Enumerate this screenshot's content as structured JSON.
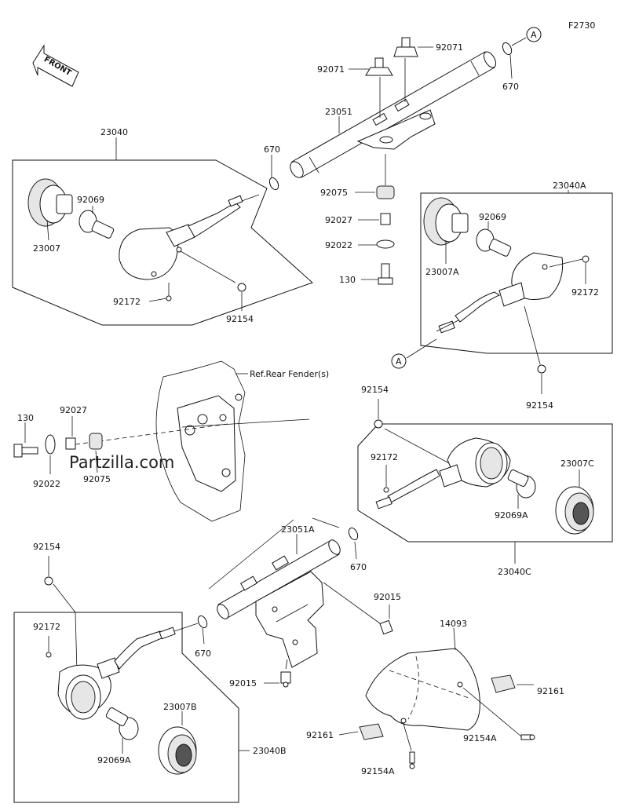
{
  "figure_code": "F2730",
  "front_label": "FRONT",
  "watermark": "Partzilla.com",
  "ref_label": "Ref.Rear Fender(s)",
  "circle_ref": "A",
  "parts": {
    "p23040": "23040",
    "p23040A": "23040A",
    "p23040B": "23040B",
    "p23040C": "23040C",
    "p23007": "23007",
    "p23007A": "23007A",
    "p23007B": "23007B",
    "p23007C": "23007C",
    "p92069": "92069",
    "p92069A": "92069A",
    "p92172": "92172",
    "p92154": "92154",
    "p92154A": "92154A",
    "p670": "670",
    "p23051": "23051",
    "p23051A": "23051A",
    "p92071": "92071",
    "p92075": "92075",
    "p92027": "92027",
    "p92022": "92022",
    "p130": "130",
    "p92015": "92015",
    "p14093": "14093",
    "p92161": "92161"
  }
}
